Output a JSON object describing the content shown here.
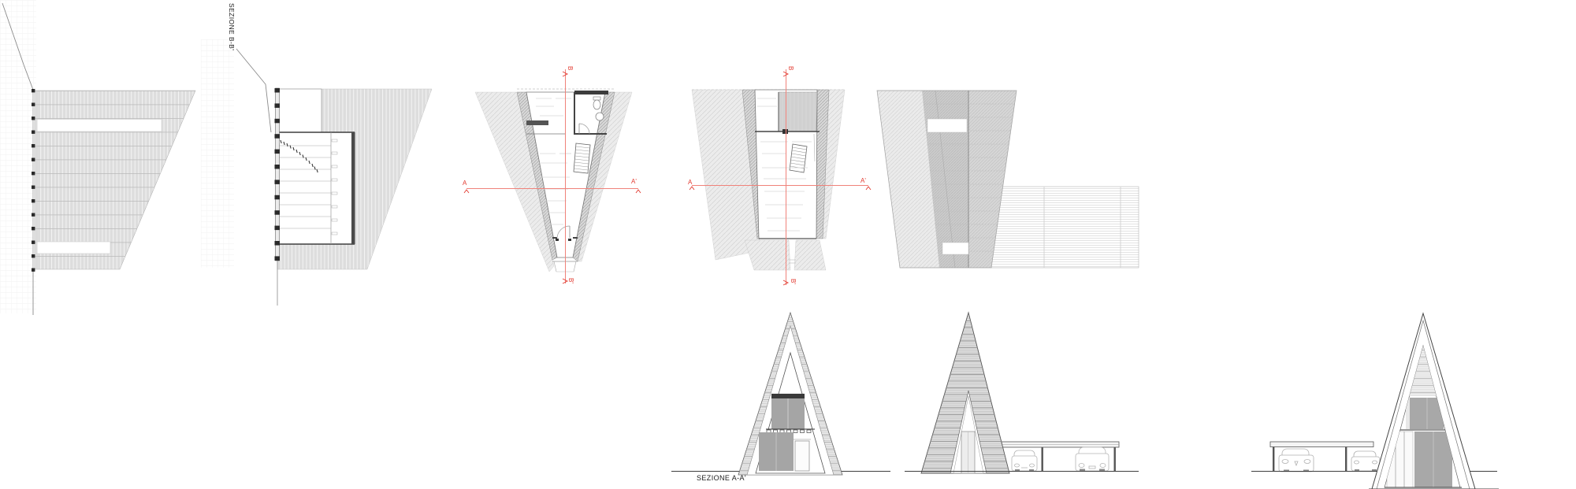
{
  "labels": {
    "section_bb": "SEZIONE B-B'",
    "section_aa": "SEZIONE A-A'"
  },
  "markers": {
    "a": "A",
    "a_prime": "A'",
    "b": "B",
    "b_prime": "B'"
  },
  "colors": {
    "accent_red": "#e2392f",
    "section_line_red": "#f0827a",
    "drawing_line": "#4a4a4a",
    "hatch_light": "#ececec",
    "hatch_mid": "#d8d8d8",
    "panel_gray": "#a5a5a5",
    "background": "#ffffff"
  }
}
